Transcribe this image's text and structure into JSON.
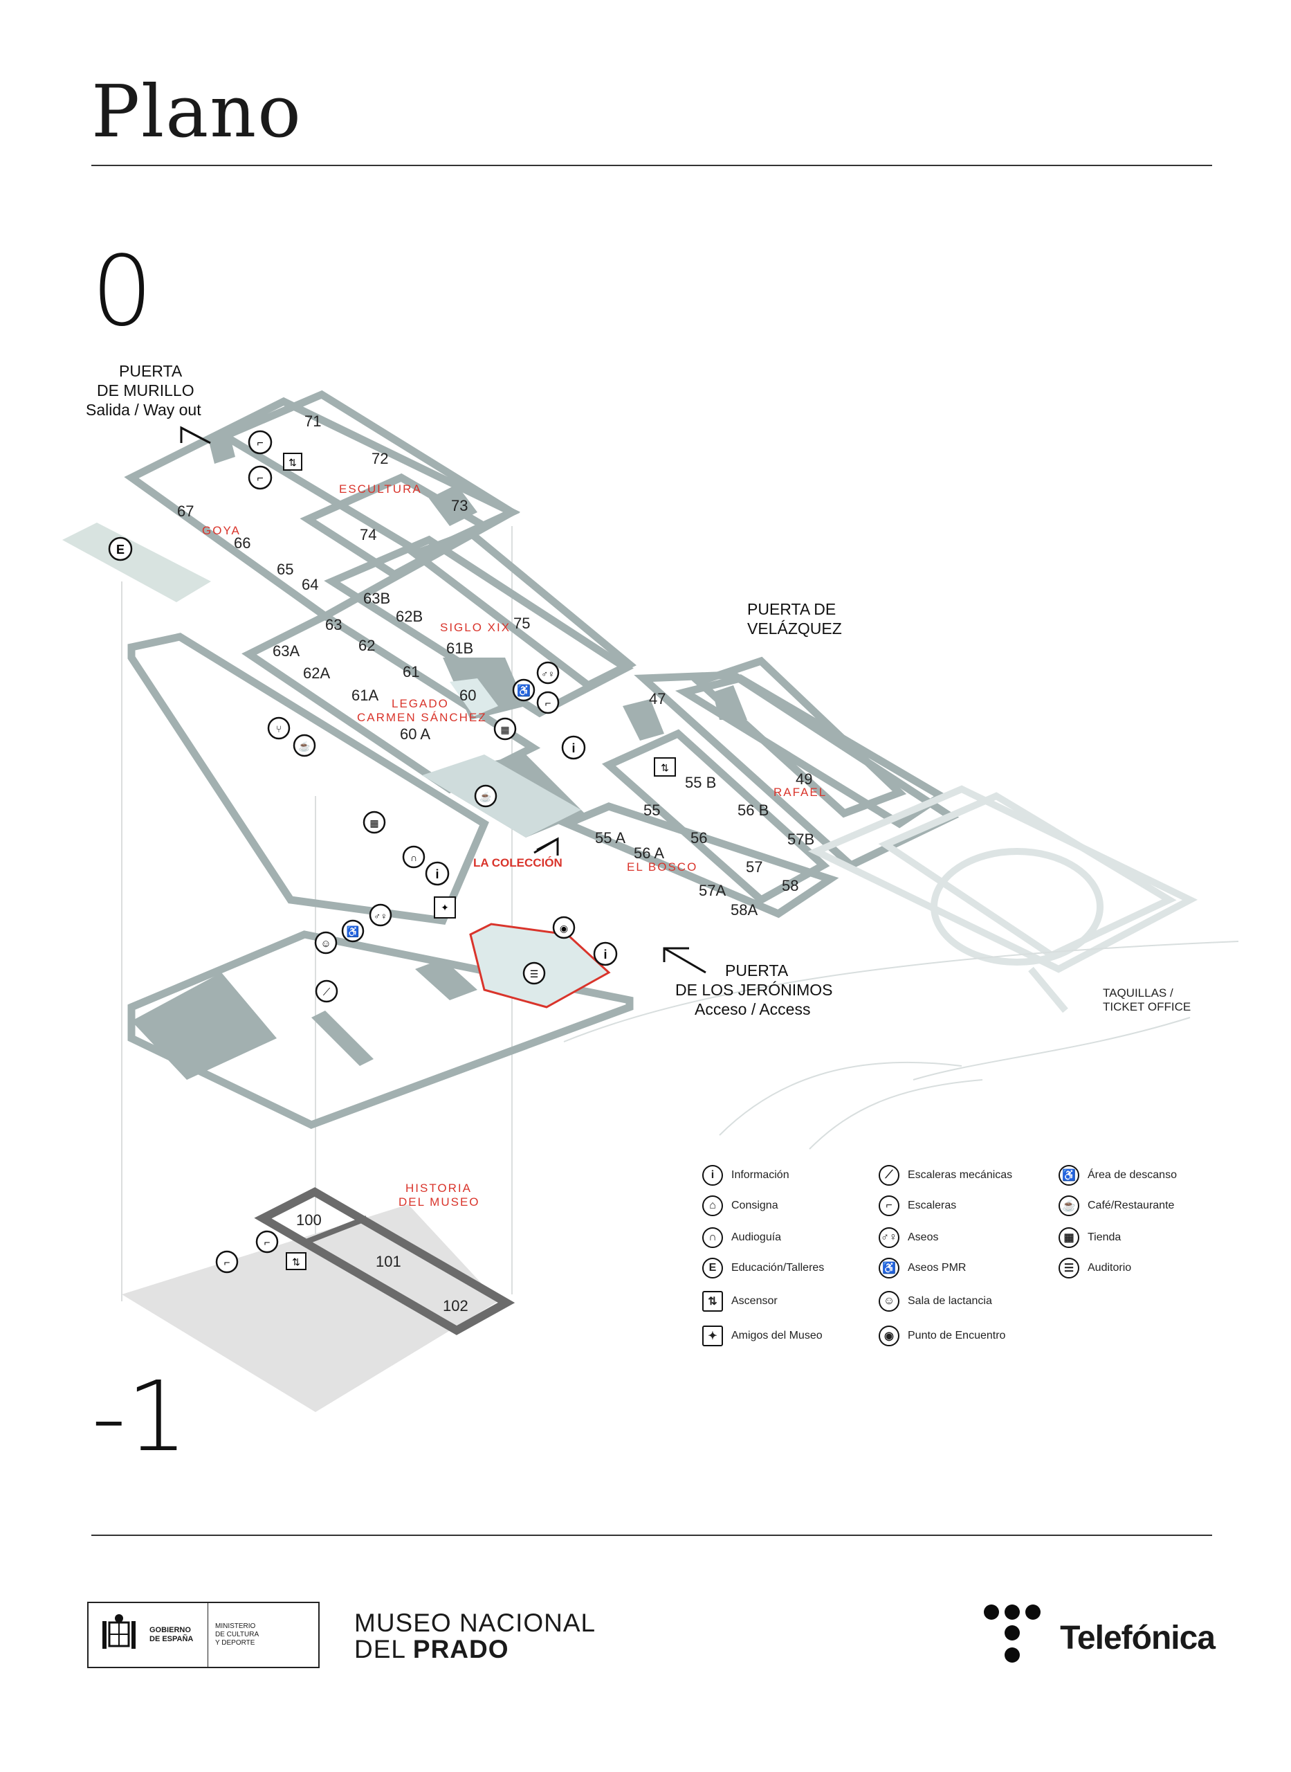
{
  "header": {
    "title": "Plano"
  },
  "floors": {
    "upper": "0",
    "lower": "-1"
  },
  "doors": {
    "murillo": {
      "line1": "PUERTA",
      "line2": "DE MURILLO",
      "line3": "Salida / Way out"
    },
    "velazquez": {
      "line1": "PUERTA DE",
      "line2": "VELÁZQUEZ"
    },
    "jeronimos": {
      "line1": "PUERTA",
      "line2": "DE LOS JERÓNIMOS",
      "line3": "Acceso / Access"
    },
    "taquillas": {
      "line1": "TAQUILLAS /",
      "line2": "TICKET OFFICE"
    }
  },
  "sections": {
    "escultura": "ESCULTURA",
    "goya": "GOYA",
    "siglo_xix": "SIGLO XIX",
    "legado1": "LEGADO",
    "legado2": "CARMEN SÁNCHEZ",
    "rafael": "RAFAEL",
    "bosco": "EL BOSCO",
    "coleccion": "LA COLECCIÓN",
    "historia1": "HISTORIA",
    "historia2": "DEL MUSEO"
  },
  "rooms": {
    "r71": "71",
    "r72": "72",
    "r73": "73",
    "r74": "74",
    "r67": "67",
    "r66": "66",
    "r65": "65",
    "r64": "64",
    "r63b": "63B",
    "r62b": "62B",
    "r75": "75",
    "r63": "63",
    "r62": "62",
    "r61b": "61B",
    "r63a": "63A",
    "r62a": "62A",
    "r61": "61",
    "r61a": "61A",
    "r60": "60",
    "r60a": "60 A",
    "r47": "47",
    "r49": "49",
    "r55b": "55 B",
    "r55": "55",
    "r56b": "56 B",
    "r55a": "55 A",
    "r56": "56",
    "r57b": "57B",
    "r56a": "56 A",
    "r57": "57",
    "r58": "58",
    "r57a": "57A",
    "r58a": "58A",
    "r100": "100",
    "r101": "101",
    "r102": "102"
  },
  "legend": [
    {
      "icon": "info-icon",
      "glyph": "i",
      "label": "Información"
    },
    {
      "icon": "cloakroom-icon",
      "glyph": "⌂",
      "label": "Consigna"
    },
    {
      "icon": "audioguide-icon",
      "glyph": "∩",
      "label": "Audioguía"
    },
    {
      "icon": "education-icon",
      "glyph": "E",
      "label": "Educación/Talleres"
    },
    {
      "icon": "elevator-icon",
      "glyph": "⇅",
      "label": "Ascensor"
    },
    {
      "icon": "friends-icon",
      "glyph": "✦",
      "label": "Amigos del Museo"
    },
    {
      "icon": "escalator-icon",
      "glyph": "⟋",
      "label": "Escaleras mecánicas"
    },
    {
      "icon": "stairs-icon",
      "glyph": "⌐",
      "label": "Escaleras"
    },
    {
      "icon": "toilets-icon",
      "glyph": "♂♀",
      "label": "Aseos"
    },
    {
      "icon": "accessible-toilets-icon",
      "glyph": "♿",
      "label": "Aseos PMR"
    },
    {
      "icon": "nursing-room-icon",
      "glyph": "☺",
      "label": "Sala de lactancia"
    },
    {
      "icon": "meeting-point-icon",
      "glyph": "◉",
      "label": "Punto de Encuentro"
    },
    {
      "icon": "rest-area-icon",
      "glyph": "♿",
      "label": "Área de descanso"
    },
    {
      "icon": "cafe-icon",
      "glyph": "☕",
      "label": "Café/Restaurante"
    },
    {
      "icon": "shop-icon",
      "glyph": "▦",
      "label": "Tienda"
    },
    {
      "icon": "auditorium-icon",
      "glyph": "☰",
      "label": "Auditorio"
    }
  ],
  "footer": {
    "gov_line1": "GOBIERNO",
    "gov_line2": "DE ESPAÑA",
    "min_line1": "MINISTERIO",
    "min_line2": "DE CULTURA",
    "min_line3": "Y DEPORTE",
    "prado_line1": "MUSEO NACIONAL",
    "prado_line2a": "DEL ",
    "prado_line2b": "PRADO",
    "telefonica": "Telefónica"
  }
}
